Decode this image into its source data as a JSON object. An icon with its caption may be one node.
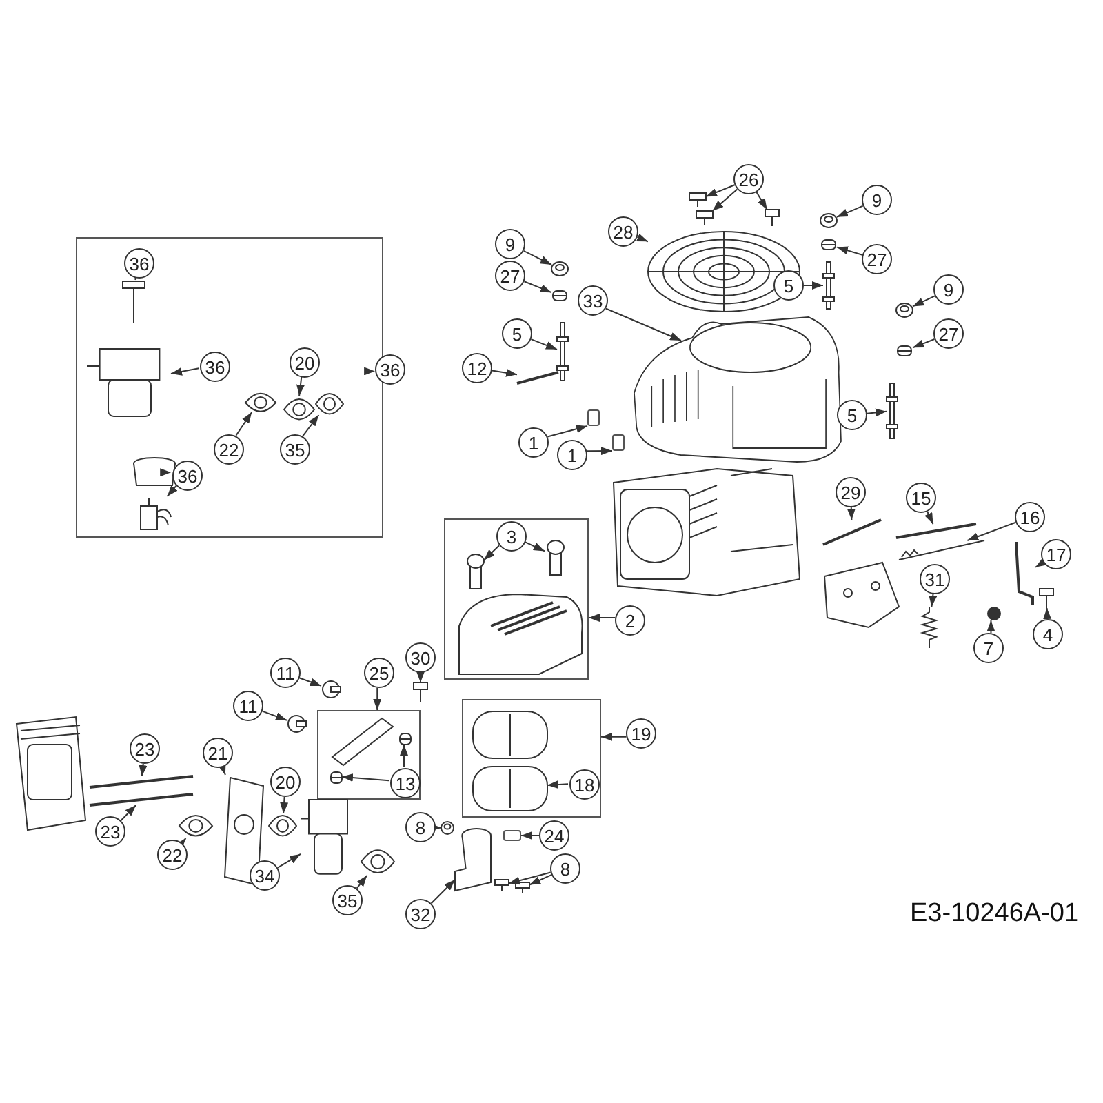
{
  "diagram": {
    "nodes": [
      {
        "text": [],
        "shape": "box"
      },
      {
        "text": [
          "36"
        ],
        "in": 0
      },
      {
        "text": [],
        "shape": "picture",
        "in": 0
      },
      {
        "text": [
          "36"
        ],
        "in": 0
      },
      {
        "text": [],
        "shape": "picture",
        "in": 0
      },
      {
        "text": [
          "36"
        ],
        "in": 0
      },
      {
        "text": [],
        "shape": "picture",
        "in": 0
      },
      {
        "text": [],
        "shape": "picture",
        "in": 0
      },
      {
        "text": [
          "20"
        ],
        "in": 0
      },
      {
        "text": [],
        "shape": "picture",
        "in": 0
      },
      {
        "text": [
          "22"
        ],
        "in": 0
      },
      {
        "text": [],
        "shape": "picture",
        "in": 0
      },
      {
        "text": [
          "35"
        ],
        "in": 0
      },
      {
        "text": [],
        "shape": "picture",
        "in": 0
      },
      {
        "text": [
          "36"
        ]
      },
      {
        "text": [
          "26"
        ]
      },
      {
        "text": [],
        "shape": "picture"
      },
      {
        "text": [],
        "shape": "picture"
      },
      {
        "text": [],
        "shape": "picture"
      },
      {
        "text": [
          "28"
        ]
      },
      {
        "text": [],
        "shape": "picture"
      },
      {
        "text": [
          "9"
        ]
      },
      {
        "text": [],
        "shape": "picture"
      },
      {
        "text": [
          "27"
        ]
      },
      {
        "text": [],
        "shape": "picture"
      },
      {
        "text": [
          "33"
        ]
      },
      {
        "text": [],
        "shape": "picture"
      },
      {
        "text": [
          "5"
        ]
      },
      {
        "text": [],
        "shape": "picture"
      },
      {
        "text": [
          "12"
        ]
      },
      {
        "text": [],
        "shape": "picture"
      },
      {
        "text": [
          "1"
        ]
      },
      {
        "text": [],
        "shape": "box"
      },
      {
        "text": [
          "1"
        ]
      },
      {
        "text": [],
        "shape": "box"
      },
      {
        "text": [
          "9"
        ]
      },
      {
        "text": [],
        "shape": "picture"
      },
      {
        "text": [
          "27"
        ]
      },
      {
        "text": [],
        "shape": "picture"
      },
      {
        "text": [
          "5"
        ]
      },
      {
        "text": [],
        "shape": "picture"
      },
      {
        "text": [
          "9"
        ]
      },
      {
        "text": [],
        "shape": "picture"
      },
      {
        "text": [
          "27"
        ]
      },
      {
        "text": [],
        "shape": "picture"
      },
      {
        "text": [
          "5"
        ]
      },
      {
        "text": [],
        "shape": "picture"
      },
      {
        "text": [],
        "shape": "box"
      },
      {
        "text": [
          "3"
        ],
        "in": 47
      },
      {
        "text": [],
        "shape": "picture",
        "in": 47
      },
      {
        "text": [],
        "shape": "picture",
        "in": 47
      },
      {
        "text": [],
        "shape": "picture",
        "in": 47
      },
      {
        "text": [
          "2"
        ]
      },
      {
        "text": [
          "29"
        ]
      },
      {
        "text": [],
        "shape": "picture"
      },
      {
        "text": [
          "15"
        ]
      },
      {
        "text": [],
        "shape": "picture"
      },
      {
        "text": [
          "16"
        ]
      },
      {
        "text": [],
        "shape": "picture"
      },
      {
        "text": [
          "17"
        ]
      },
      {
        "text": [],
        "shape": "picture"
      },
      {
        "text": [
          "31"
        ]
      },
      {
        "text": [],
        "shape": "picture"
      },
      {
        "text": [
          "7"
        ]
      },
      {
        "text": [],
        "shape": "circle"
      },
      {
        "text": [
          "4"
        ]
      },
      {
        "text": [],
        "shape": "picture"
      },
      {
        "text": [
          "11"
        ]
      },
      {
        "text": [],
        "shape": "picture"
      },
      {
        "text": [
          "11"
        ]
      },
      {
        "text": [],
        "shape": "picture"
      },
      {
        "text": [
          "25"
        ]
      },
      {
        "text": [],
        "shape": "box"
      },
      {
        "text": [],
        "shape": "picture",
        "in": 72
      },
      {
        "text": [
          "13"
        ],
        "in": 72
      },
      {
        "text": [],
        "shape": "picture",
        "in": 72
      },
      {
        "text": [],
        "shape": "picture",
        "in": 72
      },
      {
        "text": [
          "30"
        ]
      },
      {
        "text": [],
        "shape": "picture"
      },
      {
        "text": [
          "23"
        ]
      },
      {
        "text": [],
        "shape": "picture"
      },
      {
        "text": [
          "23"
        ]
      },
      {
        "text": [],
        "shape": "picture"
      },
      {
        "text": [
          "21"
        ]
      },
      {
        "text": [],
        "shape": "picture"
      },
      {
        "text": [
          "22"
        ]
      },
      {
        "text": [],
        "shape": "picture"
      },
      {
        "text": [
          "20"
        ]
      },
      {
        "text": [],
        "shape": "picture"
      },
      {
        "text": [
          "34"
        ]
      },
      {
        "text": [],
        "shape": "picture"
      },
      {
        "text": [
          "35"
        ]
      },
      {
        "text": [],
        "shape": "picture"
      },
      {
        "text": [],
        "shape": "box"
      },
      {
        "text": [],
        "shape": "picture",
        "in": 93
      },
      {
        "text": [],
        "shape": "picture",
        "in": 93
      },
      {
        "text": [
          "19"
        ]
      },
      {
        "text": [
          "18"
        ],
        "in": 93
      },
      {
        "text": [
          "8"
        ]
      },
      {
        "text": [],
        "shape": "picture"
      },
      {
        "text": [],
        "shape": "picture"
      },
      {
        "text": [
          "24"
        ]
      },
      {
        "text": [],
        "shape": "box"
      },
      {
        "text": [
          "8"
        ]
      },
      {
        "text": [],
        "shape": "picture"
      },
      {
        "text": [],
        "shape": "picture"
      },
      {
        "text": [
          "32"
        ]
      }
    ],
    "edges": [
      {
        "from": 1,
        "to": 2,
        "arrow": "to"
      },
      {
        "from": 3,
        "to": 4,
        "arrow": "to"
      },
      {
        "from": 5,
        "to": 6,
        "arrow": "to"
      },
      {
        "from": 5,
        "to": 7,
        "arrow": "to"
      },
      {
        "from": 8,
        "to": 9,
        "arrow": "to"
      },
      {
        "from": 10,
        "to": 11,
        "arrow": "to"
      },
      {
        "from": 12,
        "to": 13,
        "arrow": "to"
      },
      {
        "from": 14,
        "to": 0,
        "arrow": "to"
      },
      {
        "from": 15,
        "to": 16,
        "arrow": "to"
      },
      {
        "from": 15,
        "to": 17,
        "arrow": "to"
      },
      {
        "from": 15,
        "to": 18,
        "arrow": "to"
      },
      {
        "from": 19,
        "to": 20,
        "arrow": "to"
      },
      {
        "from": 21,
        "to": 22,
        "arrow": "to"
      },
      {
        "from": 23,
        "to": 24,
        "arrow": "to"
      },
      {
        "from": 25,
        "to": 26,
        "arrow": "to"
      },
      {
        "from": 27,
        "to": 28,
        "arrow": "to"
      },
      {
        "from": 29,
        "to": 30,
        "arrow": "to"
      },
      {
        "from": 31,
        "to": 32,
        "arrow": "to"
      },
      {
        "from": 33,
        "to": 34,
        "arrow": "to"
      },
      {
        "from": 35,
        "to": 36,
        "arrow": "to"
      },
      {
        "from": 37,
        "to": 38,
        "arrow": "to"
      },
      {
        "from": 39,
        "to": 40,
        "arrow": "to"
      },
      {
        "from": 41,
        "to": 42,
        "arrow": "to"
      },
      {
        "from": 43,
        "to": 44,
        "arrow": "to"
      },
      {
        "from": 45,
        "to": 46,
        "arrow": "to"
      },
      {
        "from": 48,
        "to": 49,
        "arrow": "to"
      },
      {
        "from": 48,
        "to": 50,
        "arrow": "to"
      },
      {
        "from": 52,
        "to": 47,
        "arrow": "to"
      },
      {
        "from": 53,
        "to": 54,
        "arrow": "to"
      },
      {
        "from": 55,
        "to": 56,
        "arrow": "to"
      },
      {
        "from": 57,
        "to": 58,
        "arrow": "to"
      },
      {
        "from": 59,
        "to": 60,
        "arrow": "to"
      },
      {
        "from": 61,
        "to": 62,
        "arrow": "to"
      },
      {
        "from": 63,
        "to": 64,
        "arrow": "to"
      },
      {
        "from": 65,
        "to": 66,
        "arrow": "to"
      },
      {
        "from": 67,
        "to": 68,
        "arrow": "to"
      },
      {
        "from": 69,
        "to": 70,
        "arrow": "to"
      },
      {
        "from": 71,
        "to": 72,
        "arrow": "to"
      },
      {
        "from": 74,
        "to": 75,
        "arrow": "to"
      },
      {
        "from": 74,
        "to": 76,
        "arrow": "to"
      },
      {
        "from": 77,
        "to": 78,
        "arrow": "to"
      },
      {
        "from": 79,
        "to": 80,
        "arrow": "to"
      },
      {
        "from": 81,
        "to": 82,
        "arrow": "to"
      },
      {
        "from": 83,
        "to": 84,
        "arrow": "to"
      },
      {
        "from": 85,
        "to": 86,
        "arrow": "to"
      },
      {
        "from": 87,
        "to": 88,
        "arrow": "to"
      },
      {
        "from": 89,
        "to": 90,
        "arrow": "to"
      },
      {
        "from": 91,
        "to": 92,
        "arrow": "to"
      },
      {
        "from": 96,
        "to": 93,
        "arrow": "to"
      },
      {
        "from": 97,
        "to": 95,
        "arrow": "to"
      },
      {
        "from": 98,
        "to": 99,
        "arrow": "to"
      },
      {
        "from": 101,
        "to": 102,
        "arrow": "to"
      },
      {
        "from": 103,
        "to": 104,
        "arrow": "to"
      },
      {
        "from": 103,
        "to": 105,
        "arrow": "to"
      },
      {
        "from": 106,
        "to": 100,
        "arrow": "to"
      }
    ],
    "labels": [
      "E3-10246A-01"
    ]
  }
}
